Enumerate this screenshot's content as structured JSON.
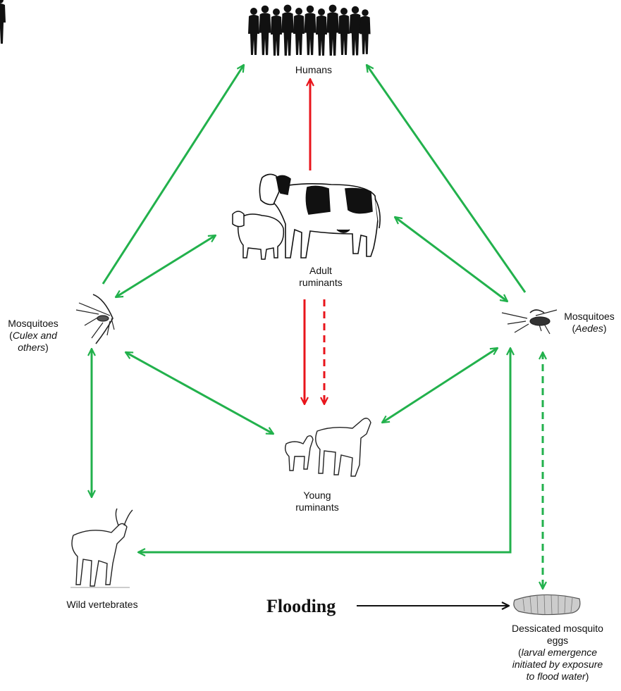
{
  "nodes": {
    "humans": "Humans",
    "adult_ruminants": [
      "Adult",
      "ruminants"
    ],
    "young_ruminants": [
      "Young",
      "ruminants"
    ],
    "mosquitoes_culex": {
      "name": "Mosquitoes",
      "open": "(",
      "species": "Culex and",
      "species2": "others",
      "close": ")"
    },
    "mosquitoes_aedes": {
      "name": "Mosquitoes",
      "open": "(",
      "species": "Aedes",
      "close": ")"
    },
    "wild_vertebrates": "Wild vertebrates",
    "eggs": {
      "title": [
        "Dessicated mosquito",
        "eggs"
      ],
      "note": [
        "larval emergence",
        "initiated by exposure",
        "to flood water"
      ],
      "open": "(",
      "close": ")"
    }
  },
  "flooding": "Flooding",
  "colors": {
    "green": "#22b14c",
    "red": "#e8141b",
    "black": "#111111"
  },
  "icons": [
    "people-silhouette-icon",
    "cow-icon",
    "sheep-icon",
    "culex-mosquito-icon",
    "aedes-mosquito-icon",
    "calf-and-lamb-icon",
    "antelope-icon",
    "mosquito-eggs-icon"
  ]
}
